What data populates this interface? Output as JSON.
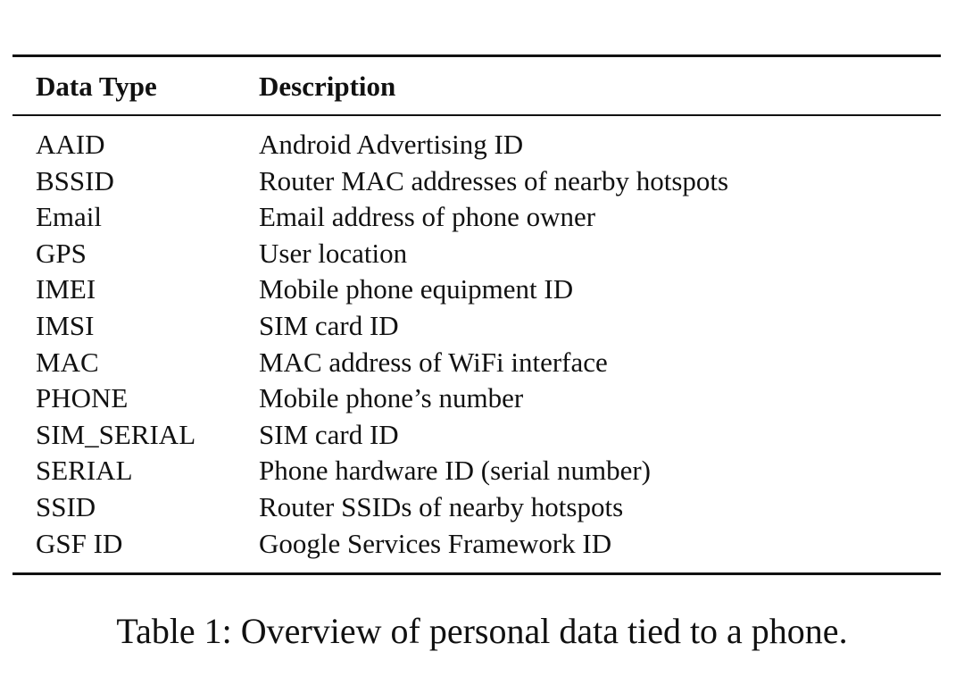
{
  "table": {
    "headers": {
      "data_type": "Data Type",
      "description": "Description"
    },
    "rows": [
      {
        "data_type": "AAID",
        "description": "Android Advertising ID"
      },
      {
        "data_type": "BSSID",
        "description": "Router MAC addresses of nearby hotspots"
      },
      {
        "data_type": "Email",
        "description": "Email address of phone owner"
      },
      {
        "data_type": "GPS",
        "description": "User location"
      },
      {
        "data_type": "IMEI",
        "description": "Mobile phone equipment ID"
      },
      {
        "data_type": "IMSI",
        "description": "SIM card ID"
      },
      {
        "data_type": "MAC",
        "description": "MAC address of WiFi interface"
      },
      {
        "data_type": "PHONE",
        "description": "Mobile phone’s number"
      },
      {
        "data_type": "SIM_SERIAL",
        "description": "SIM card ID"
      },
      {
        "data_type": "SERIAL",
        "description": "Phone hardware ID (serial number)"
      },
      {
        "data_type": "SSID",
        "description": "Router SSIDs of nearby hotspots"
      },
      {
        "data_type": "GSF ID",
        "description": "Google Services Framework ID"
      }
    ]
  },
  "caption": "Table 1: Overview of personal data tied to a phone."
}
